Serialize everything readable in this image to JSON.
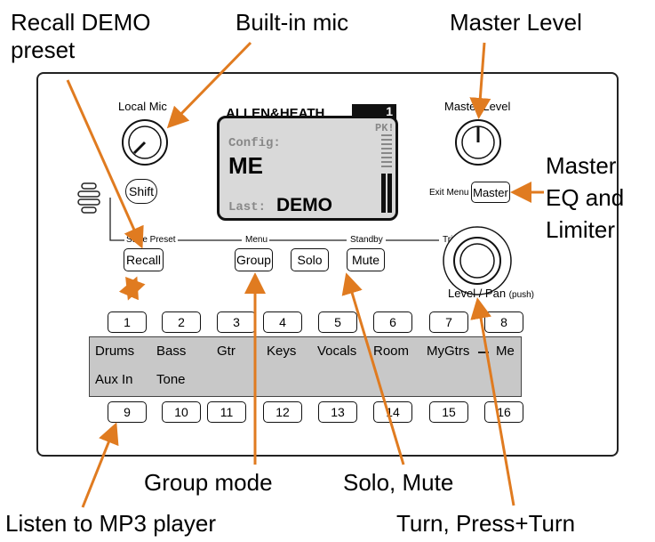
{
  "callouts": {
    "recall_demo": [
      "Recall DEMO",
      "preset"
    ],
    "builtin_mic": "Built-in mic",
    "master_level": "Master Level",
    "master_eq": [
      "Master",
      "EQ and",
      "Limiter"
    ],
    "group_mode": "Group mode",
    "solo_mute": "Solo, Mute",
    "listen_mp3": "Listen to MP3 player",
    "turn_press": "Turn, Press+Turn"
  },
  "device": {
    "brand": "ALLEN&HEATH",
    "badge": "1",
    "local_mic_label": "Local Mic",
    "master_level_label": "Master Level",
    "exit_menu_label": "Exit Menu",
    "master_button": "Master",
    "shift_button": "Shift",
    "store_preset_label": "Store Preset",
    "menu_label": "Menu",
    "standby_label": "Standby",
    "trim_all_label": "Trim All",
    "recall_button": "Recall",
    "group_button": "Group",
    "solo_button": "Solo",
    "mute_button": "Mute",
    "level_pan_label": "Level / Pan",
    "push_label": "(push)"
  },
  "lcd": {
    "config_label": "Config:",
    "config_value": "ME",
    "last_label": "Last:",
    "last_value": "DEMO",
    "peak_label": "PK!"
  },
  "buttons_top": [
    "1",
    "2",
    "3",
    "4",
    "5",
    "6",
    "7",
    "8"
  ],
  "buttons_bottom": [
    "9",
    "10",
    "11",
    "12",
    "13",
    "14",
    "15",
    "16"
  ],
  "channels_top": [
    "Drums",
    "Bass",
    "Gtr",
    "Keys",
    "Vocals",
    "Room",
    "MyGtrs",
    "Me"
  ],
  "channels_bottom": [
    "Aux In",
    "Tone"
  ],
  "colors": {
    "arrow": "#e07b20",
    "lcd_bg": "#d9d9d9",
    "strip_bg": "#c8c8c8"
  }
}
